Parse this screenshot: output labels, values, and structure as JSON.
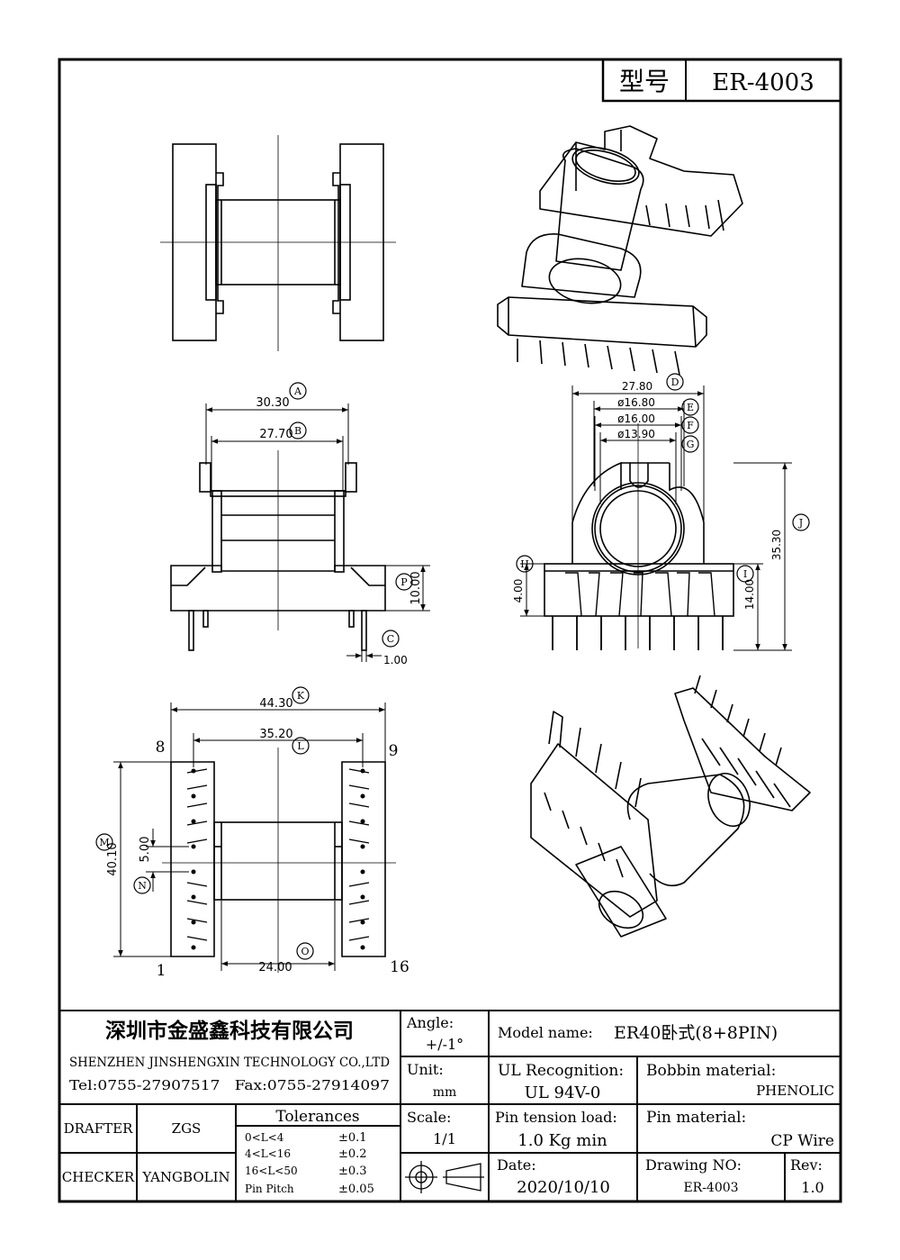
{
  "header": {
    "model_label": "型号",
    "model_value": "ER-4003"
  },
  "dims": {
    "A": "30.30",
    "B": "27.70",
    "C": "1.00",
    "P": "10.00",
    "D": "27.80",
    "E": "ø16.80",
    "F": "ø16.00",
    "G": "ø13.90",
    "H": "4.00",
    "I": "14.00",
    "J": "35.30",
    "K": "44.30",
    "L": "35.20",
    "M": "40.10",
    "N": "5.00",
    "O": "24.00"
  },
  "pins": {
    "p8": "8",
    "p9": "9",
    "p1": "1",
    "p16": "16"
  },
  "company": {
    "cn": "深圳市金盛鑫科技有限公司",
    "en": "SHENZHEN JINSHENGXIN TECHNOLOGY CO.,LTD",
    "contact": "Tel:0755-27907517   Fax:0755-27914097"
  },
  "staff": {
    "drafter_label": "DRAFTER",
    "drafter": "ZGS",
    "checker_label": "CHECKER",
    "checker": "YANGBOLIN"
  },
  "tolerances": {
    "title": "Tolerances",
    "rows": [
      {
        "range": "0<L<4",
        "value": "±0.1"
      },
      {
        "range": "4<L<16",
        "value": "±0.2"
      },
      {
        "range": "16<L<50",
        "value": "±0.3"
      },
      {
        "range": "Pin Pitch",
        "value": "±0.05"
      }
    ]
  },
  "angle": {
    "label": "Angle:",
    "value": "+/-1°"
  },
  "unit": {
    "label": "Unit:",
    "value": "mm"
  },
  "scale": {
    "label": "Scale:",
    "value": "1/1"
  },
  "model": {
    "label": "Model name:",
    "value": "ER40卧式(8+8PIN)"
  },
  "ul": {
    "label": "UL Recognition:",
    "value": "UL 94V-0"
  },
  "bobbin": {
    "label": "Bobbin material:",
    "value": "PHENOLIC"
  },
  "tension": {
    "label": "Pin tension load:",
    "value": "1.0 Kg min"
  },
  "pin_material": {
    "label": "Pin material:",
    "value": "CP Wire"
  },
  "date": {
    "label": "Date:",
    "value": "2020/10/10"
  },
  "drawing_no": {
    "label": "Drawing NO:",
    "value": "ER-4003"
  },
  "rev": {
    "label": "Rev:",
    "value": "1.0"
  }
}
